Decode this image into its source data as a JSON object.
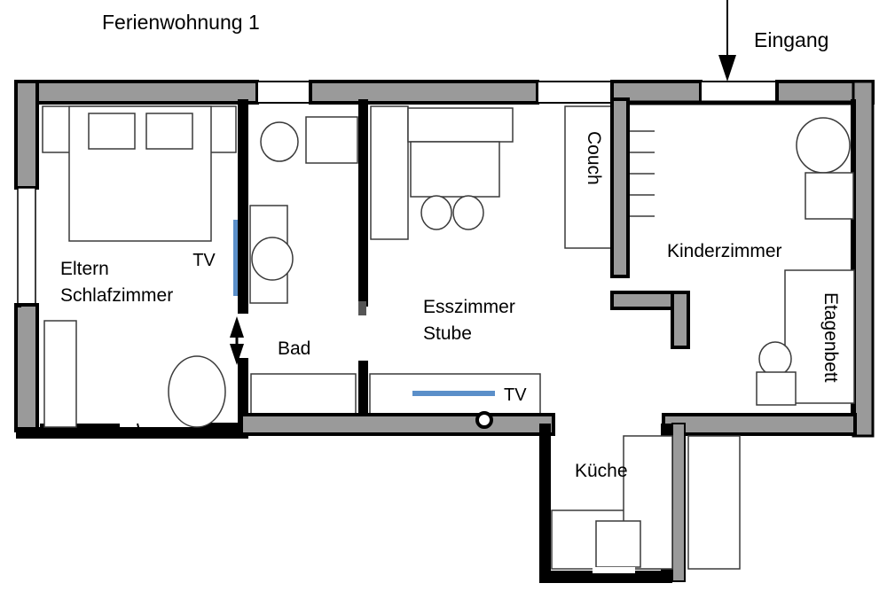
{
  "plan": {
    "title": "Ferienwohnung 1",
    "entrance_label": "Eingang",
    "colors": {
      "wall_fill": "#9a9a9a",
      "wall_stroke": "#000000",
      "furniture_stroke": "#3a3a3a",
      "tv_marker": "#5b8fc9",
      "background": "#ffffff"
    }
  },
  "rooms": [
    {
      "id": "eltern_schlafzimmer",
      "line1": "Eltern",
      "line2": "Schlafzimmer"
    },
    {
      "id": "bad",
      "label": "Bad"
    },
    {
      "id": "esszimmer",
      "line1": "Esszimmer",
      "line2": "Stube"
    },
    {
      "id": "kinderzimmer",
      "label": "Kinderzimmer"
    },
    {
      "id": "kueche",
      "label": "Küche"
    }
  ],
  "labels": {
    "title": "Ferienwohnung 1",
    "eingang": "Eingang",
    "eltern": "Eltern",
    "schlafzimmer": "Schlafzimmer",
    "bad": "Bad",
    "esszimmer": "Esszimmer",
    "stube": "Stube",
    "kinderzimmer": "Kinderzimmer",
    "kueche": "Küche",
    "couch": "Couch",
    "etagenbett": "Etagenbett",
    "tv_bedroom": "TV",
    "tv_living": "TV"
  },
  "furniture": [
    {
      "name": "double-bed",
      "room": "eltern_schlafzimmer"
    },
    {
      "name": "bed-pillow-left",
      "room": "eltern_schlafzimmer"
    },
    {
      "name": "bed-pillow-right",
      "room": "eltern_schlafzimmer"
    },
    {
      "name": "wardrobe",
      "room": "eltern_schlafzimmer"
    },
    {
      "name": "round-table",
      "room": "eltern_schlafzimmer"
    },
    {
      "name": "tv-marker",
      "room": "eltern_schlafzimmer"
    },
    {
      "name": "toilet",
      "room": "bad"
    },
    {
      "name": "cabinet",
      "room": "bad"
    },
    {
      "name": "shower",
      "room": "bad"
    },
    {
      "name": "vanity",
      "room": "bad"
    },
    {
      "name": "sideboard",
      "room": "esszimmer"
    },
    {
      "name": "dining-table",
      "room": "esszimmer"
    },
    {
      "name": "chair-left",
      "room": "esszimmer"
    },
    {
      "name": "chair-right",
      "room": "esszimmer"
    },
    {
      "name": "couch",
      "room": "esszimmer"
    },
    {
      "name": "tv-cabinet",
      "room": "esszimmer"
    },
    {
      "name": "coat-hooks",
      "room": "kinderzimmer"
    },
    {
      "name": "round-table",
      "room": "kinderzimmer"
    },
    {
      "name": "desk",
      "room": "kinderzimmer"
    },
    {
      "name": "bunk-bed",
      "room": "kinderzimmer"
    },
    {
      "name": "small-table",
      "room": "kinderzimmer"
    },
    {
      "name": "stool",
      "room": "kinderzimmer"
    },
    {
      "name": "counter-long",
      "room": "kueche"
    },
    {
      "name": "counter-side",
      "room": "kueche"
    },
    {
      "name": "appliance-square",
      "room": "kueche"
    },
    {
      "name": "appliance-upper",
      "room": "kueche"
    }
  ]
}
